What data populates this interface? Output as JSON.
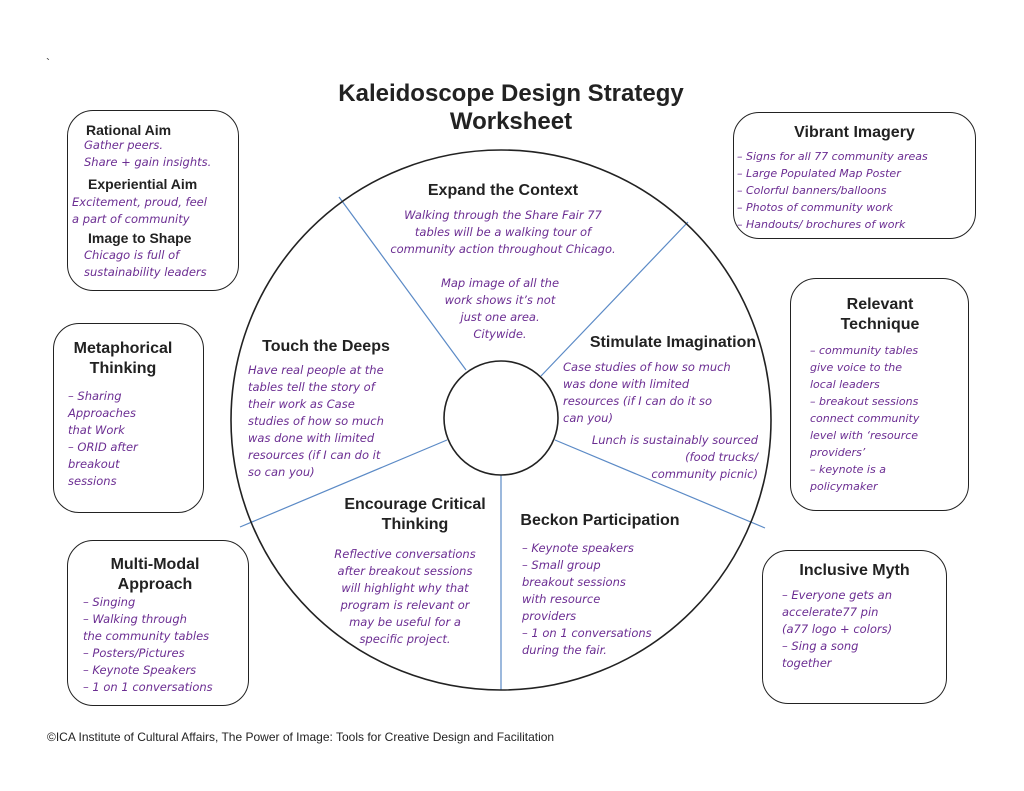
{
  "tick_mark": "`",
  "title": {
    "line1": "Kaleidoscope Design Strategy",
    "line2": "Worksheet"
  },
  "aims_box": {
    "rational_heading": "Rational Aim",
    "rational_text": "Gather peers.\nShare + gain insights.",
    "experiential_heading": "Experiential Aim",
    "experiential_text": "Excitement, proud, feel\na part of community",
    "image_heading": "Image to Shape",
    "image_text": "Chicago is full of\nsustainability leaders"
  },
  "vibrant_imagery": {
    "heading": "Vibrant Imagery",
    "text": "– Signs for all 77 community areas\n– Large Populated Map Poster\n– Colorful banners/balloons\n– Photos of community work\n– Handouts/ brochures of work"
  },
  "relevant_technique": {
    "heading": "Relevant Technique",
    "text": "– community tables\ngive voice to the\nlocal leaders\n– breakout sessions\nconnect community\nlevel with ‘resource\nproviders’\n– keynote is a\npolicymaker"
  },
  "metaphorical_thinking": {
    "heading": "Metaphorical Thinking",
    "text": "– Sharing\nApproaches\nthat Work\n– ORID after\nbreakout\nsessions"
  },
  "multi_modal": {
    "heading": "Multi-Modal Approach",
    "text": "– Singing\n– Walking through\nthe community tables\n– Posters/Pictures\n– Keynote Speakers\n– 1 on 1 conversations"
  },
  "inclusive_myth": {
    "heading": "Inclusive Myth",
    "text": "– Everyone gets an\naccelerate77 pin\n(a77 logo + colors)\n– Sing a song\ntogether"
  },
  "wheel": {
    "expand": {
      "heading": "Expand the Context",
      "text": "Walking through the Share Fair 77\ntables will be a walking tour of\ncommunity action throughout Chicago.",
      "text2": "Map image of all the\nwork shows it’s not\njust one area.\nCitywide."
    },
    "touch": {
      "heading": "Touch the Deeps",
      "text": "Have real people at the\ntables tell the story of\ntheir work as Case\nstudies of how so much\nwas done with limited\nresources (if I can do it\nso can you)"
    },
    "stimulate": {
      "heading": "Stimulate Imagination",
      "text": "Case studies of how so much\nwas done with limited\nresources (if I can do it so\ncan you)",
      "text2": "Lunch is sustainably sourced\n(food trucks/\ncommunity picnic)"
    },
    "encourage": {
      "heading": "Encourage Critical Thinking",
      "text": "Reflective conversations\nafter breakout sessions\nwill highlight why that\nprogram is relevant or\nmay be useful for a\nspecific project."
    },
    "beckon": {
      "heading": "Beckon Participation",
      "text": "– Keynote speakers\n– Small group\nbreakout sessions\nwith resource\nproviders\n– 1 on 1 conversations\nduring the fair."
    }
  },
  "footer": "©ICA Institute of Cultural Affairs, The Power of Image: Tools for Creative Design and Facilitation",
  "colors": {
    "handwriting": "#6b2d92",
    "spokes": "#5b8ac6",
    "outline": "#222222"
  }
}
